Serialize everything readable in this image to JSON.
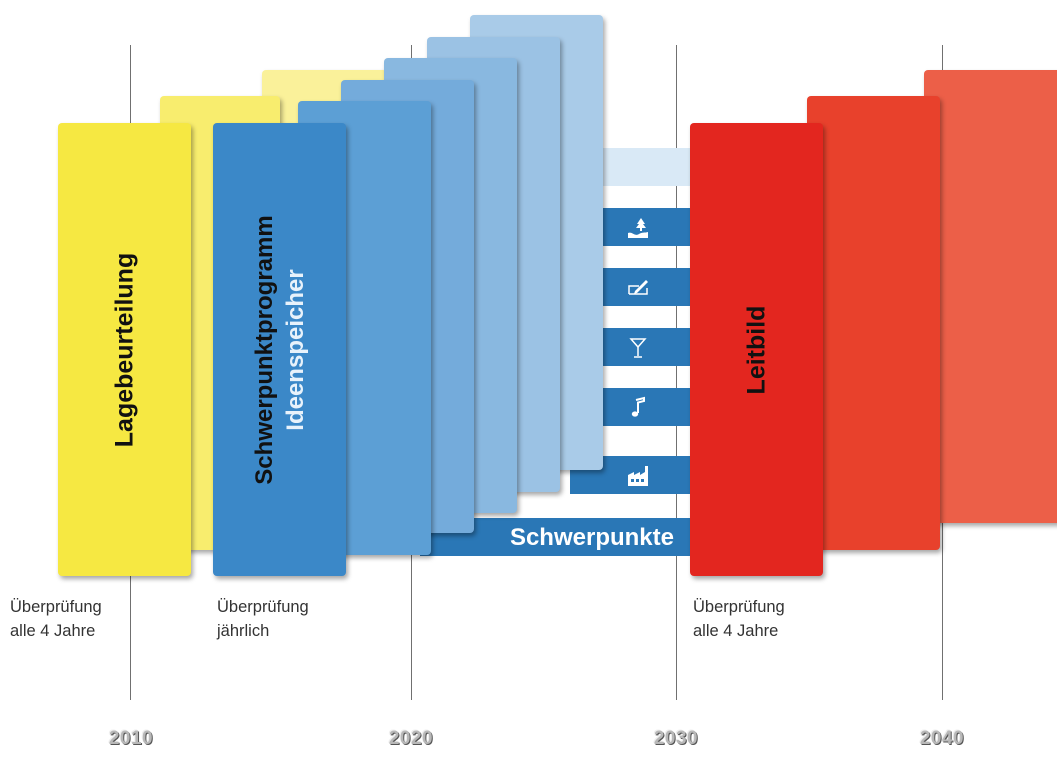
{
  "years": [
    "2010",
    "2020",
    "2030",
    "2040"
  ],
  "labels": {
    "lagebeurteilung": "Lagebeurteilung",
    "schwerpunktprogramm": "Schwerpunktprogramm",
    "ideenspeicher": "Ideenspeicher",
    "leitbild": "Leitbild",
    "schwerpunkte": "Schwerpunkte"
  },
  "notes": {
    "lagebeurteilung": [
      "Überprüfung",
      "alle 4 Jahre"
    ],
    "schwerpunktprogramm": [
      "Überprüfung",
      "jährlich"
    ],
    "leitbild": [
      "Überprüfung",
      "alle 4 Jahre"
    ]
  },
  "icons": [
    "landscape-tree-icon",
    "signature-pen-icon",
    "cocktail-glass-icon",
    "music-note-icon",
    "factory-icon"
  ],
  "colors": {
    "yellow": "#f7e84a",
    "blue": "#3b88c8",
    "arrow_blue": "#2a77b6",
    "red": "#e3261f"
  }
}
